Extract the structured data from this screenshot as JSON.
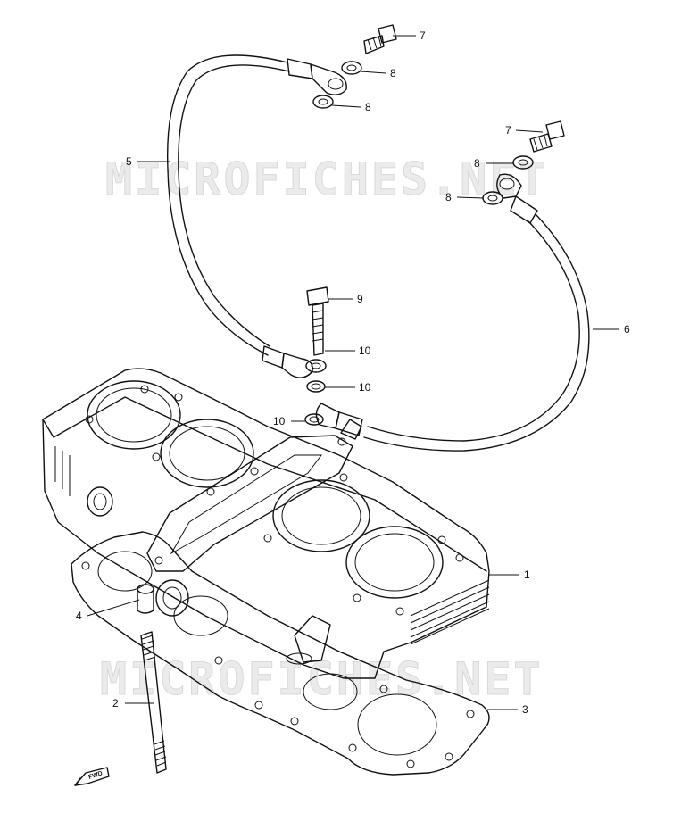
{
  "watermarks": [
    "MICROFICHES.NET",
    "MICROFICHES.NET"
  ],
  "fwd_label": "FWD",
  "callouts": {
    "c1": "1",
    "c2": "2",
    "c3": "3",
    "c4": "4",
    "c5": "5",
    "c6": "6",
    "c7a": "7",
    "c7b": "7",
    "c8a": "8",
    "c8b": "8",
    "c8c": "8",
    "c8d": "8",
    "c9": "9",
    "c10a": "10",
    "c10b": "10",
    "c10c": "10"
  }
}
